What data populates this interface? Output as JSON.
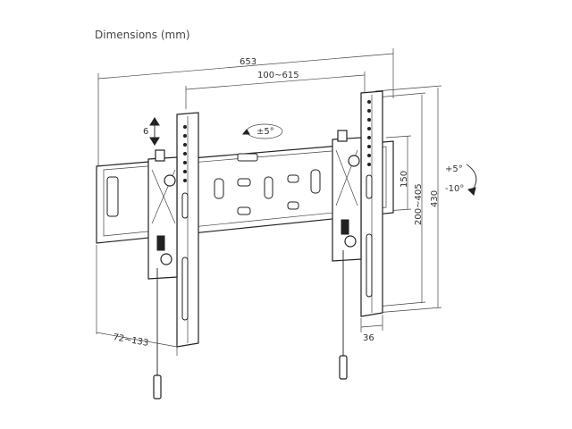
{
  "title": "Dimensions (mm)",
  "dimensions": {
    "overall_width": "653",
    "hole_spacing_horizontal": "100~615",
    "tilt_center": "±5°",
    "adjust": "6",
    "plate_height": "150",
    "vertical_range": "200~405",
    "total_height": "430",
    "tilt_up": "+5°",
    "tilt_down": "-10°",
    "depth": "36",
    "wall_distance": "72~133"
  }
}
